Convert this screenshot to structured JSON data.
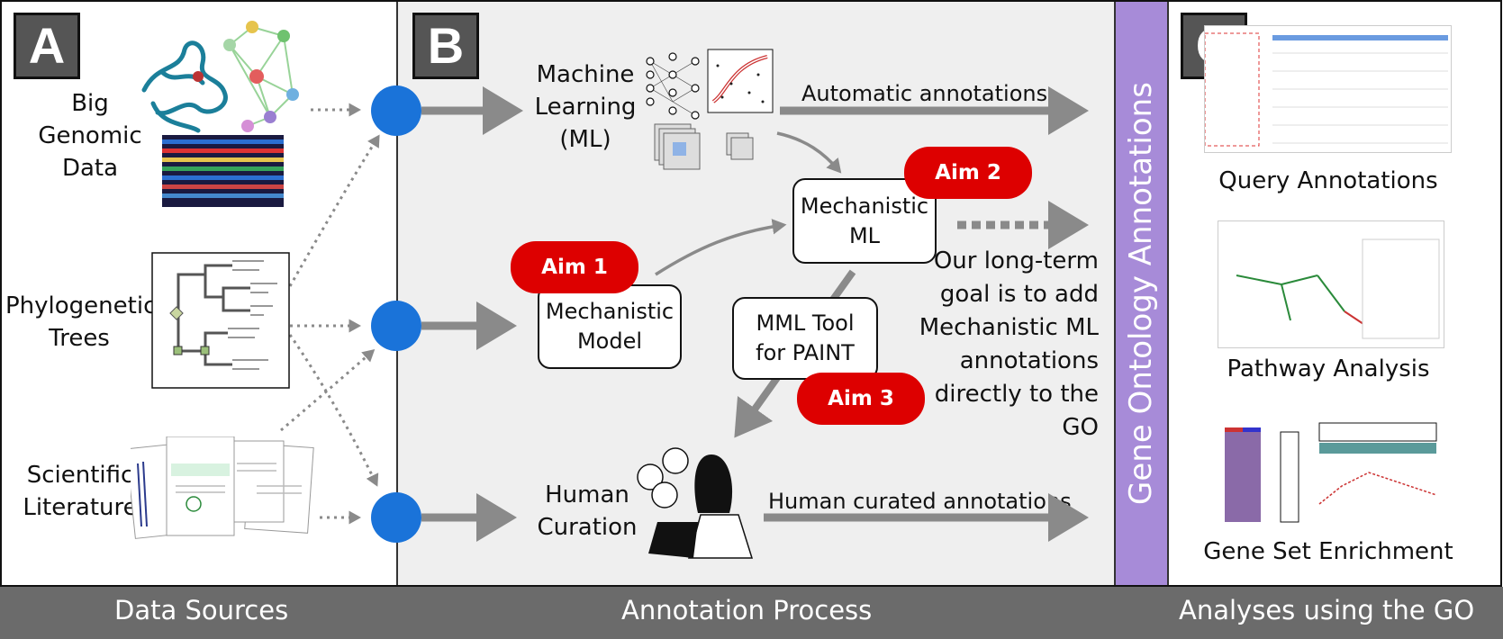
{
  "panels": {
    "a_letter": "A",
    "b_letter": "B",
    "c_letter": "C"
  },
  "sources": {
    "genomic": [
      "Big",
      "Genomic",
      "Data"
    ],
    "trees": [
      "Phylogenetic",
      "Trees"
    ],
    "literature": [
      "Scientific",
      "Literature"
    ]
  },
  "process": {
    "ml": [
      "Machine",
      "Learning",
      "(ML)"
    ],
    "automatic": "Automatic annotations",
    "mechanistic_ml": [
      "Mechanistic",
      "ML"
    ],
    "mechanistic_model": [
      "Mechanistic",
      "Model"
    ],
    "mml_tool": [
      "MML Tool",
      "for PAINT"
    ],
    "goal": [
      "Our long-term",
      "goal is to add",
      "Mechanistic ML",
      "annotations",
      "directly to the",
      "GO"
    ],
    "human_curation": [
      "Human",
      "Curation"
    ],
    "human_curated": "Human curated annotations",
    "aim1": "Aim 1",
    "aim2": "Aim 2",
    "aim3": "Aim 3"
  },
  "go_label": "Gene Ontology Annotations",
  "analyses": {
    "query": "Query Annotations",
    "pathway": "Pathway Analysis",
    "enrichment": "Gene Set Enrichment"
  },
  "footer": {
    "sources": "Data Sources",
    "process": "Annotation Process",
    "analyses": "Analyses using the GO"
  },
  "colors": {
    "node_blue": "#1a73d9",
    "aim_red": "#dd0000",
    "go_purple": "#a78bd8",
    "arrow_gray": "#8a8a8a",
    "footer_gray": "#6b6b6b"
  }
}
